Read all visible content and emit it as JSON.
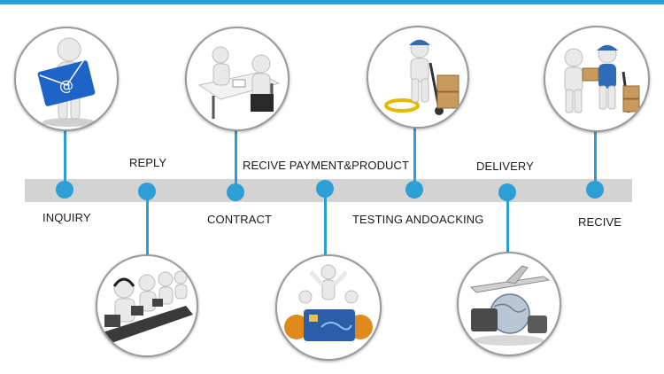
{
  "colors": {
    "accent": "#2b9fd6",
    "bar": "#d3d3d3",
    "ring": "#9a9a9a",
    "figure": "#e9e9e9",
    "uniform": "#2e6bb8",
    "box": "#c99a5b",
    "envelope": "#1e64c8",
    "card": "#2a5ea8",
    "gear": "#e08a1e"
  },
  "steps": [
    {
      "label": "INQUIRY",
      "icon": "person-holding-email-icon"
    },
    {
      "label": "REPLY",
      "icon": "call-center-agents-icon"
    },
    {
      "label": "CONTRACT",
      "icon": "signing-contract-icon"
    },
    {
      "label": "RECIVE PAYMENT&PRODUCT",
      "icon": "payment-card-icon"
    },
    {
      "label": "TESTING ANDOACKING",
      "icon": "courier-with-hand-truck-icon"
    },
    {
      "label": "DELIVERY",
      "icon": "airplane-and-globe-icon"
    },
    {
      "label": "RECIVE",
      "icon": "package-handover-icon"
    }
  ],
  "envelope_symbol": "@"
}
